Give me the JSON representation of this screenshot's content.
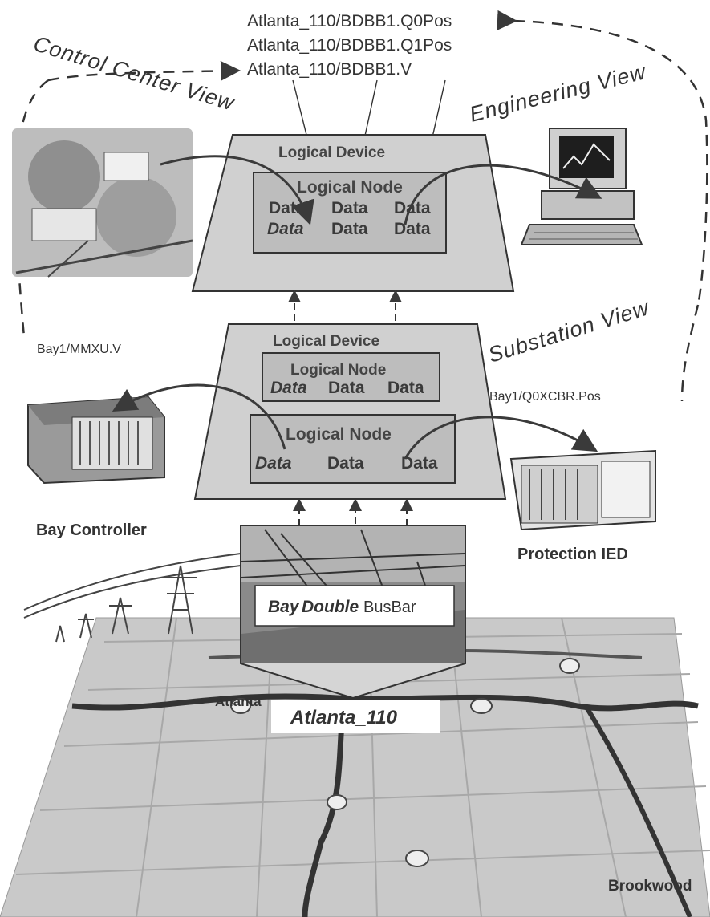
{
  "refs": {
    "ref1": "Atlanta_110/BDBB1.Q0Pos",
    "ref2": "Atlanta_110/BDBB1.Q1Pos",
    "ref3": "Atlanta_110/BDBB1.V",
    "bay_mmxu": "Bay1/MMXU.V",
    "bay_q0xcbr": "Bay1/Q0XCBR.Pos"
  },
  "views": {
    "control_center": "Control Center View",
    "engineering": "Engineering View",
    "substation": "Substation View"
  },
  "upper_device": {
    "logical_device": "Logical Device",
    "logical_node": "Logical Node",
    "data_word": "Data"
  },
  "lower_device": {
    "logical_device": "Logical Device",
    "logical_node_top": "Logical Node",
    "logical_node_bottom": "Logical Node",
    "data_word": "Data"
  },
  "captions": {
    "bay_controller": "Bay Controller",
    "protection_ied": "Protection IED",
    "bay_label_italic": "Bay",
    "bay_label_mid": "Double",
    "bay_label_end": "BusBar",
    "substation": "Atlanta_110",
    "map_brookwood": "Brookwood",
    "map_atlanta": "Atlanta"
  },
  "colors": {
    "panel_fill": "#d0d0d0",
    "inner_fill": "#bdbdbd",
    "line": "#3a3a3a"
  }
}
